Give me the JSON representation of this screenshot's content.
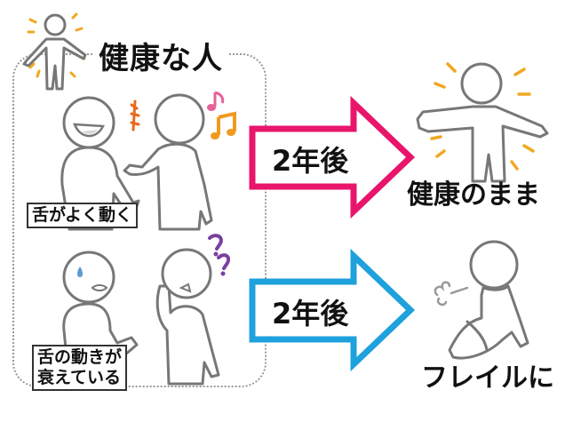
{
  "group": {
    "title": "健康な人",
    "border_style": "dotted",
    "border_color": "#999999",
    "scenes": [
      {
        "label": "舌がよく動く",
        "effects": [
          "speech-marks-icon",
          "music-note-icon",
          "music-note-icon"
        ]
      },
      {
        "label_lines": [
          "舌の動きが",
          "衰えている"
        ],
        "effects": [
          "question-marks-icon",
          "sweat-drop-icon"
        ]
      }
    ]
  },
  "arrows": [
    {
      "text": "2年後",
      "color": "#e8156b"
    },
    {
      "text": "2年後",
      "color": "#1ea1dc"
    }
  ],
  "outcomes": [
    {
      "text": "健康のまま",
      "icon": "healthy-figure-icon"
    },
    {
      "text": "フレイルに",
      "icon": "frail-sitting-figure-icon"
    }
  ],
  "colors": {
    "sparkle": "#f0a820",
    "note_pink": "#e8609a",
    "note_orange": "#f09a20",
    "speech_marks": "#e86a1a",
    "question": "#7a3fa0",
    "sweat": "#5b9bd5",
    "figure_line": "#777777"
  }
}
